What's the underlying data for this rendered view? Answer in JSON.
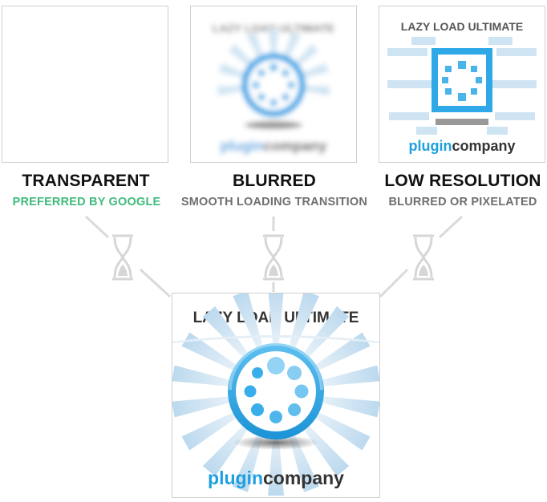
{
  "thumbnails": [
    {
      "id": "transparent",
      "title": "TRANSPARENT",
      "subtitle": "PREFERRED BY GOOGLE",
      "subtitle_color": "#3fba7b"
    },
    {
      "id": "blurred",
      "title": "BLURRED",
      "subtitle": "SMOOTH LOADING TRANSITION",
      "subtitle_color": "#6f6f6f"
    },
    {
      "id": "low_resolution",
      "title": "LOW RESOLUTION",
      "subtitle": "BLURRED OR PIXELATED",
      "subtitle_color": "#6f6f6f"
    }
  ],
  "logo": {
    "heading": "LAZY LOAD ULTIMATE",
    "brand_part1": "plugin",
    "brand_part2": "company",
    "brand_color1": "#1e9fe0",
    "brand_color2": "#333333",
    "accent": "#2ea8e6"
  },
  "icons": {
    "connector": "hourglass-icon"
  }
}
